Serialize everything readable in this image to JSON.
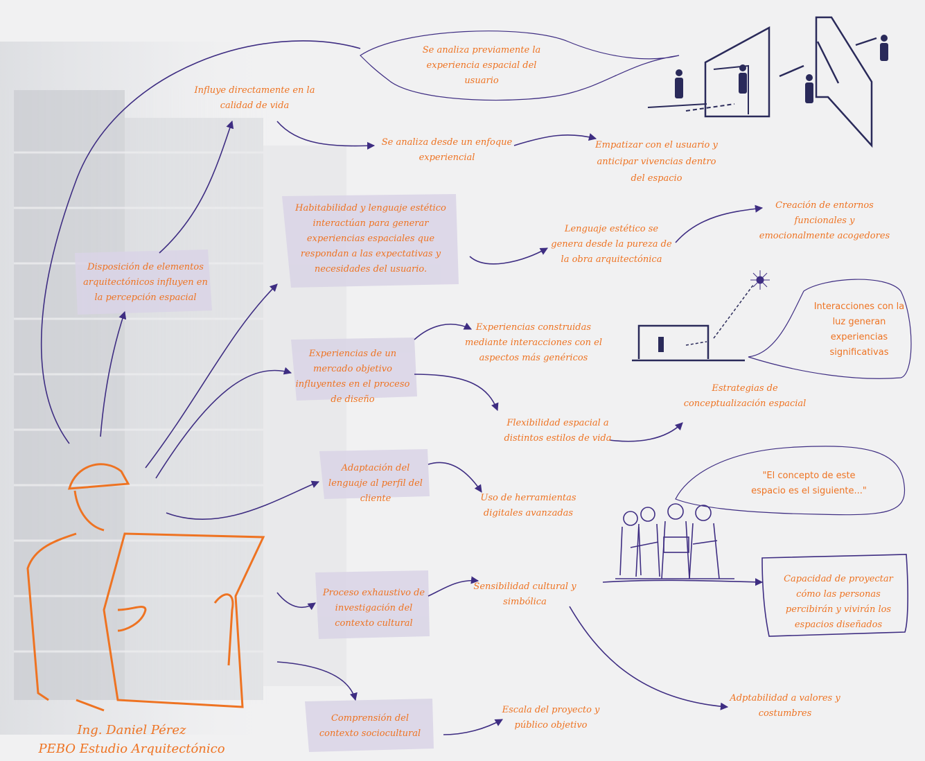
{
  "colors": {
    "accent_orange": "#ee7322",
    "accent_purple": "#3e2d82",
    "box_fill": "#d9d4e6",
    "background": "#f1f1f2"
  },
  "icons": [
    "architect-figure-icon",
    "doorway-people-sketch-icon",
    "folding-wall-sketch-icon",
    "light-section-sketch-icon",
    "sun-icon",
    "team-meeting-sketch-icon"
  ],
  "author": {
    "line1": "Ing. Daniel Pérez",
    "line2": "PEBO Estudio Arquitectónico"
  },
  "nodes": {
    "previamente": "Se analiza previamente la experiencia espacial del usuario",
    "influye": "Influye directamente en la calidad de vida",
    "enfoque": "Se analiza desde un enfoque experiencial",
    "empatizar": "Empatizar con el usuario y anticipar vivencias dentro del espacio",
    "habitabilidad": "Habitabilidad y lenguaje estético interactúan para generar experiencias espaciales que respondan a las expectativas y necesidades del usuario.",
    "lenguaje_estetico": "Lenguaje estético se genera desde la pureza de la obra arquitectónica",
    "creacion": "Creación de entornos funcionales y emocionalmente acogedores",
    "disposicion": "Disposición de elementos arquitectónicos influyen en la percepción espacial",
    "interacciones_luz": "Interacciones con la luz generan experiencias significativas",
    "experiencias_construidas": "Experiencias construidas mediante interacciones con el aspectos más genéricos",
    "mercado": "Experiencias de un mercado objetivo influyentes en el proceso de diseño",
    "estrategias": "Estrategias de conceptualización espacial",
    "flexibilidad": "Flexibilidad espacial a distintos estilos de vida",
    "adaptacion": "Adaptación del lenguaje al perfil del cliente",
    "herramientas": "Uso de herramientas digitales avanzadas",
    "concepto_quote": "\"El concepto de este espacio es el siguiente...\"",
    "proceso": "Proceso exhaustivo de investigación del contexto cultural",
    "sensibilidad": "Sensibilidad cultural y simbólica",
    "capacidad": "Capacidad de proyectar cómo las personas percibirán y vivirán los espacios diseñados",
    "adaptabilidad": "Adptabilidad a valores y costumbres",
    "comprension": "Comprensión del contexto sociocultural",
    "escala": "Escala del proyecto y público objetivo"
  }
}
